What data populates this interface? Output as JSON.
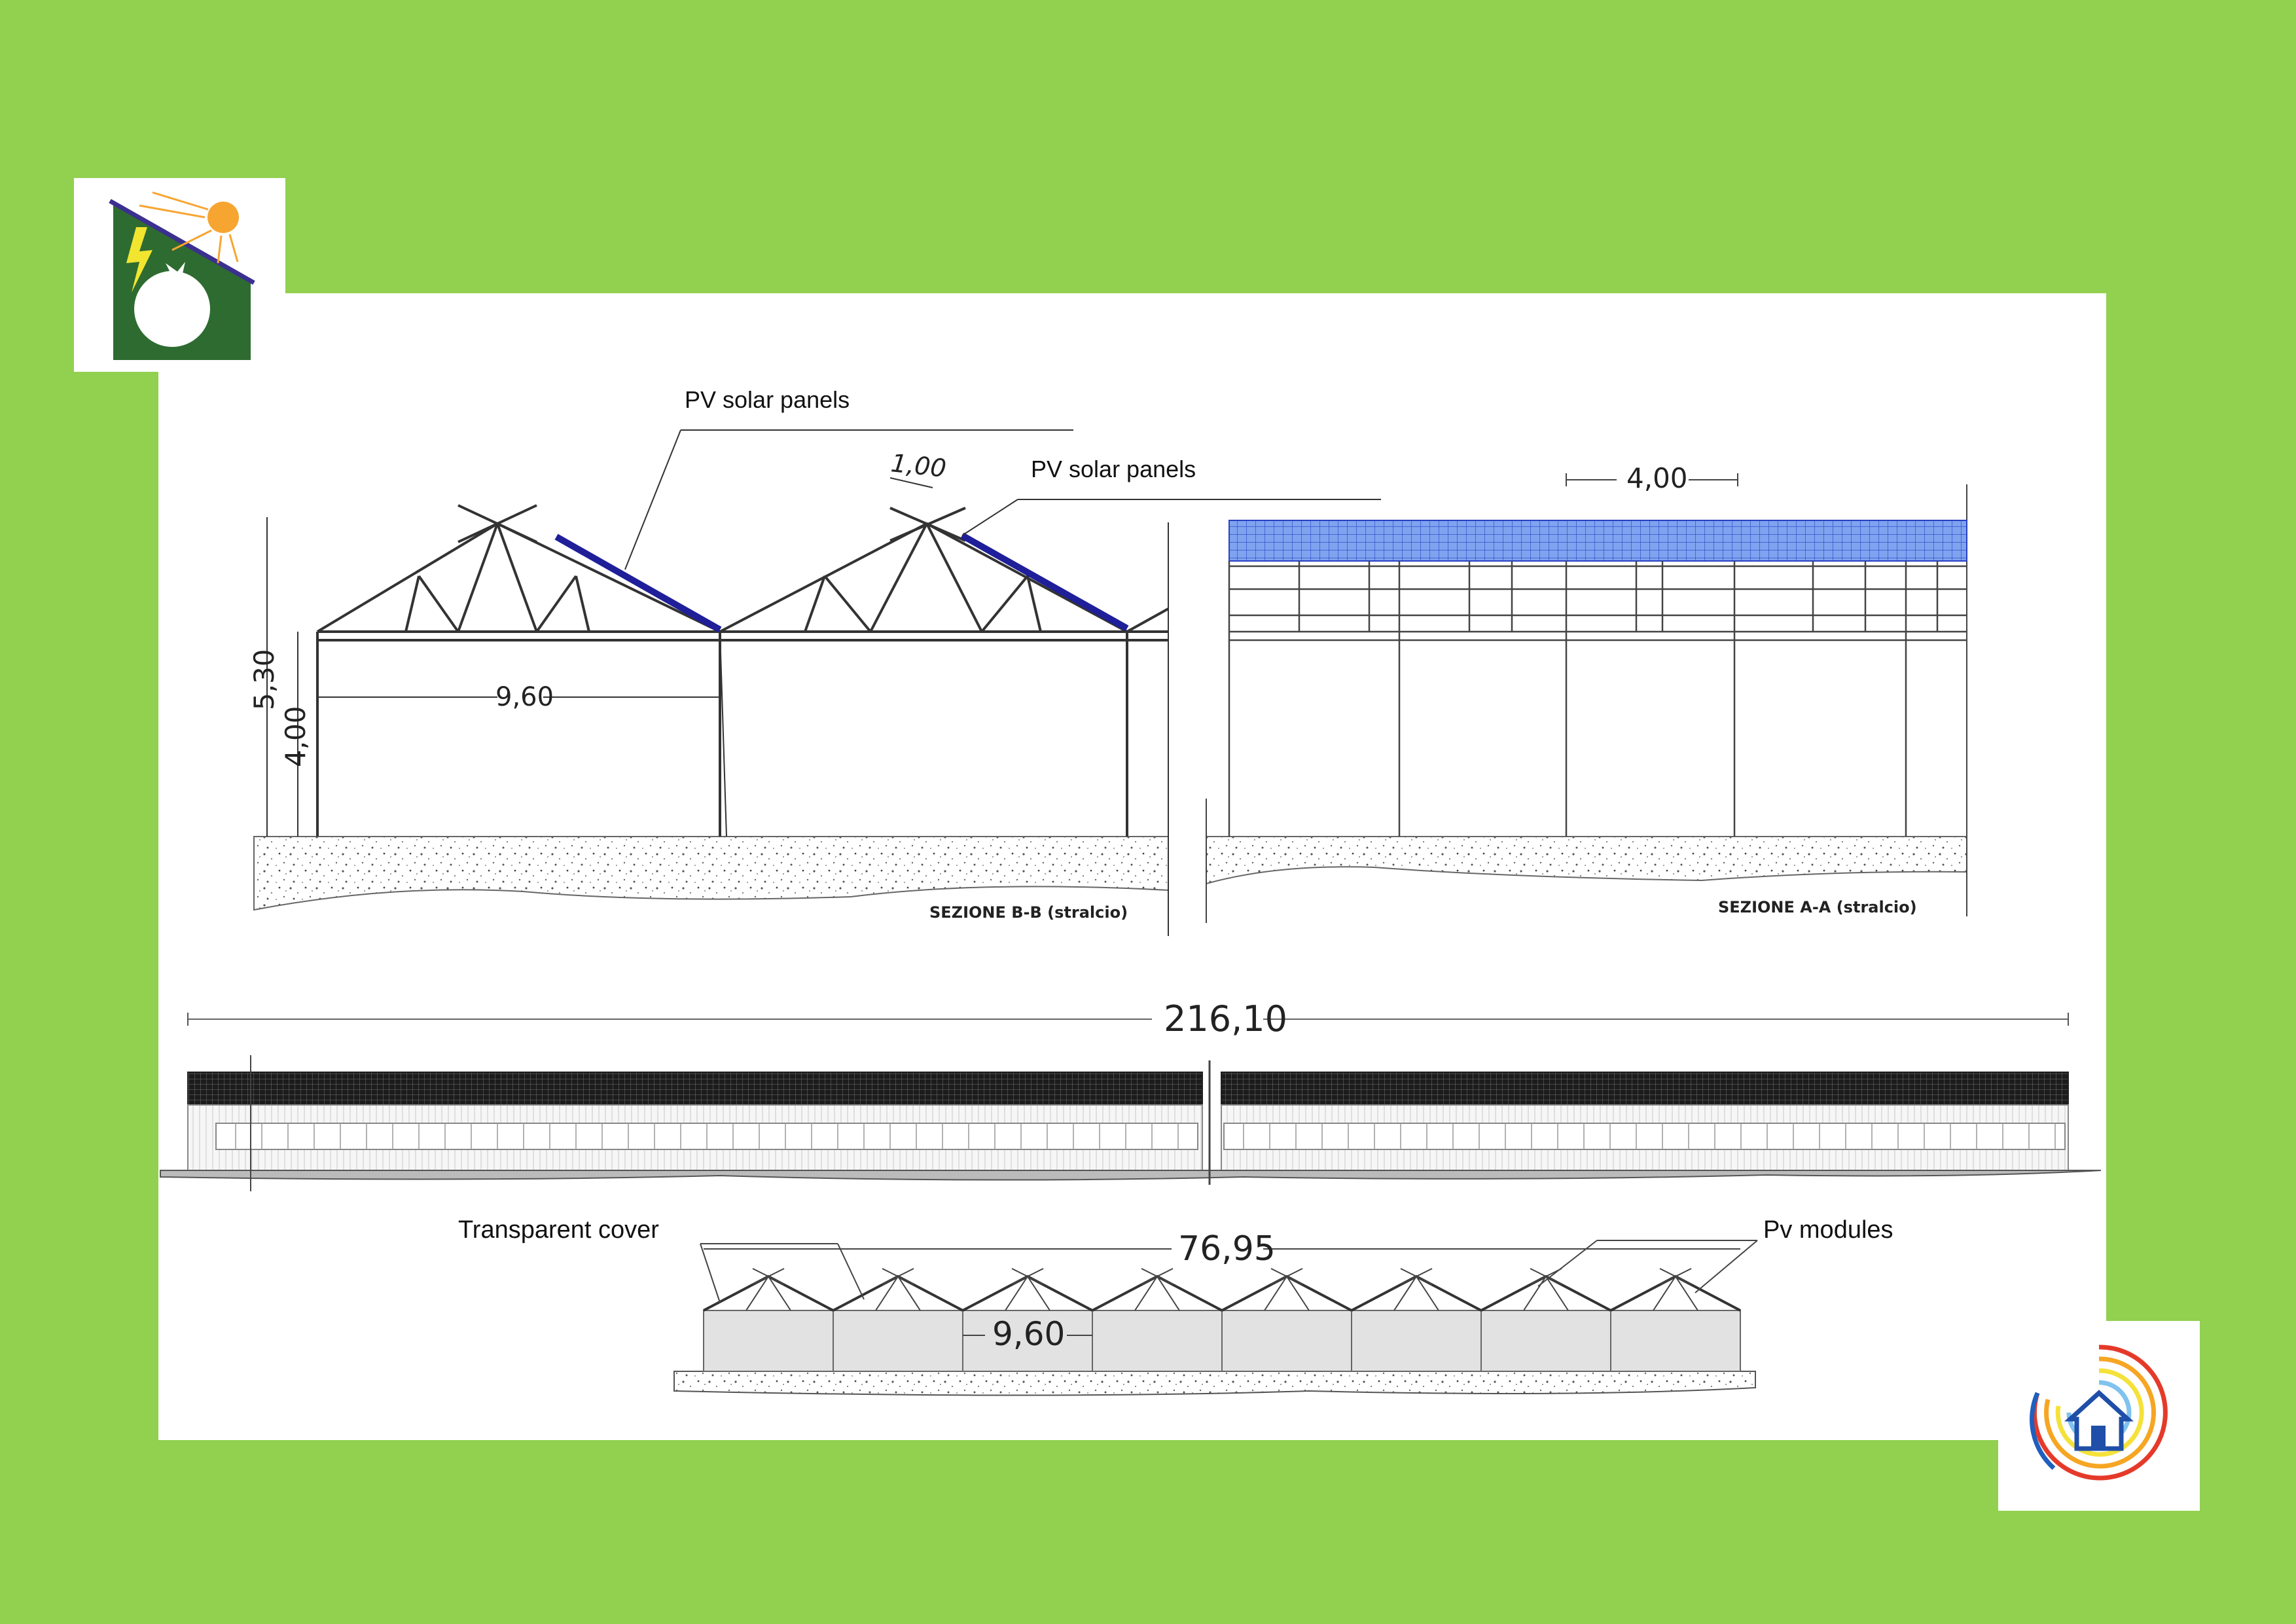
{
  "labels": {
    "pv_panels_1": "PV solar panels",
    "pv_panels_2": "PV solar panels",
    "transparent_cover": "Transparent cover",
    "pv_modules": "Pv modules"
  },
  "dimensions": {
    "d_100": "1,00",
    "d_400_top": "4,00",
    "d_530": "5,30",
    "d_400_side": "4,00",
    "d_960_section": "9,60",
    "d_21610": "216,10",
    "d_7695": "76,95",
    "d_960_front": "9,60"
  },
  "sections": {
    "bb": "SEZIONE B-B (stralcio)",
    "aa": "SEZIONE A-A (stralcio)"
  },
  "colors": {
    "background": "#92d050",
    "panel_blue": "#1f1f9a",
    "logo_green": "#2e6b30",
    "logo_sun": "#f7a531"
  },
  "icons": {
    "left_logo": "solar-greenhouse-logo-icon",
    "right_logo": "energy-house-logo-icon"
  }
}
